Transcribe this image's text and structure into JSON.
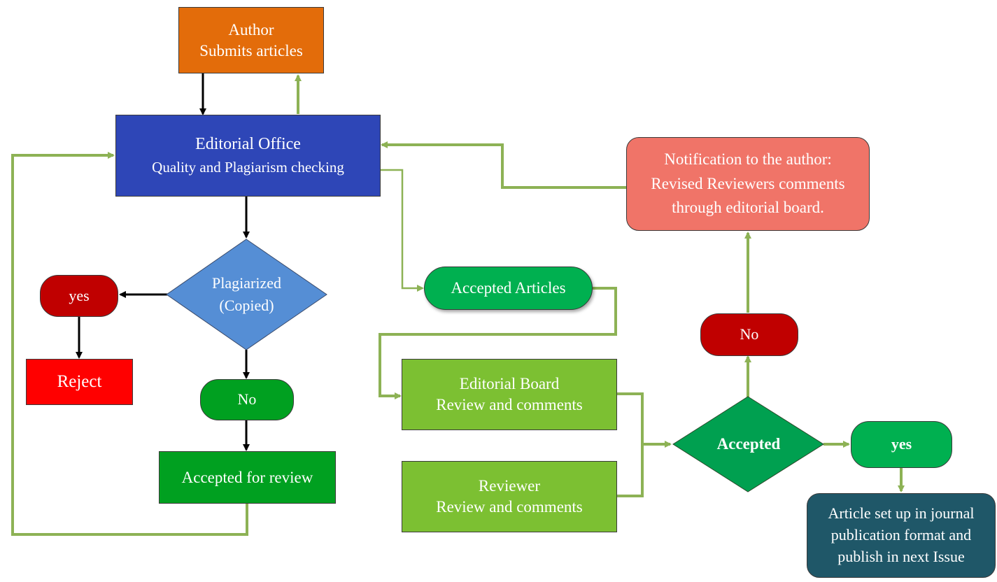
{
  "colors": {
    "author": "#E36C0A",
    "editorial_office": "#2E46B7",
    "plagiarized": "#558ED5",
    "yes_red": "#C00000",
    "reject": "#FF0000",
    "no_green": "#00A020",
    "accepted_review": "#00A020",
    "accepted_articles": "#00B050",
    "board": "#7CC032",
    "accepted_diamond": "#00A050",
    "yes_green": "#00B050",
    "notification": "#F07468",
    "no_red": "#C00000",
    "publish": "#1F5768",
    "connector_green": "#8DB255",
    "connector_black": "#000000"
  },
  "nodes": {
    "author": {
      "line1": "Author",
      "line2": "Submits articles"
    },
    "editorial_office": {
      "line1": "Editorial Office",
      "line2": "Quality and Plagiarism checking"
    },
    "plagiarized": {
      "line1": "Plagiarized",
      "line2": "(Copied)"
    },
    "yes_left": {
      "label": "yes"
    },
    "reject": {
      "label": "Reject"
    },
    "no_left": {
      "label": "No"
    },
    "accepted_for_review": {
      "label": "Accepted for review"
    },
    "accepted_articles": {
      "label": "Accepted Articles"
    },
    "editorial_board": {
      "line1": "Editorial Board",
      "line2": "Review and comments"
    },
    "reviewer": {
      "line1": "Reviewer",
      "line2": "Review and comments"
    },
    "accepted_decision": {
      "label": "Accepted"
    },
    "yes_right": {
      "label": "yes"
    },
    "no_right": {
      "label": "No"
    },
    "notification": {
      "line1": "Notification to the author:",
      "line2": "Revised Reviewers comments",
      "line3": "through editorial board."
    },
    "publish": {
      "line1": "Article set up in journal",
      "line2": "publication format and",
      "line3": "publish in next Issue"
    }
  }
}
